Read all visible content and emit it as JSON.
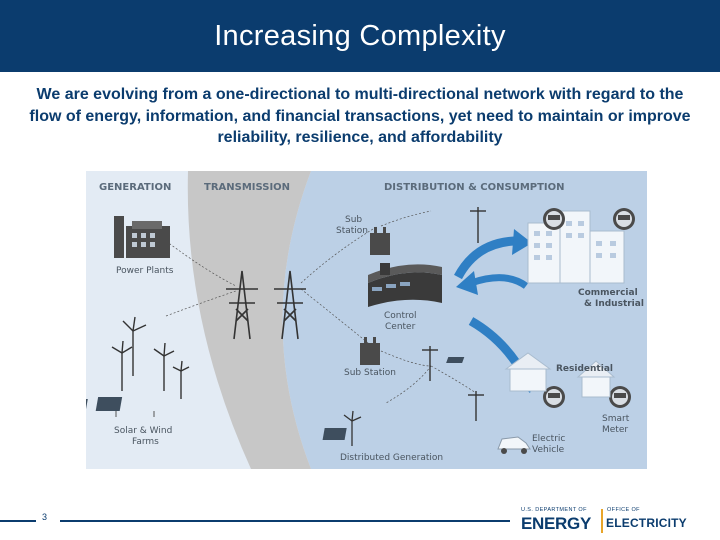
{
  "slide": {
    "title": "Increasing Complexity",
    "subtitle": "We are evolving from a one-directional to multi-directional network with regard to the flow of energy, information, and financial transactions, yet need to maintain or improve reliability, resilience, and affordability",
    "page_number": "3"
  },
  "diagram": {
    "sections": {
      "generation": "GENERATION",
      "transmission": "TRANSMISSION",
      "distribution": "DISTRIBUTION & CONSUMPTION"
    },
    "labels": {
      "power_plants": "Power Plants",
      "solar_wind_1": "Solar & Wind",
      "solar_wind_2": "Farms",
      "sub_station_top_1": "Sub",
      "sub_station_top_2": "Station",
      "control_center_1": "Control",
      "control_center_2": "Center",
      "sub_station_mid": "Sub Station",
      "distributed_generation": "Distributed Generation",
      "commercial_1": "Commercial",
      "commercial_2": "& Industrial",
      "residential": "Residential",
      "smart_meter_1": "Smart",
      "smart_meter_2": "Meter",
      "electric_vehicle_1": "Electric",
      "electric_vehicle_2": "Vehicle"
    },
    "colors": {
      "generation_bg": "#e3ebf4",
      "transmission_bg": "#c7c7c7",
      "distribution_bg": "#bcd0e6",
      "arrow_blue": "#2f7fc4",
      "icon_dark": "#4a4a4a"
    }
  },
  "footer": {
    "logo_small_top": "U.S. DEPARTMENT OF",
    "logo_energy": "ENERGY",
    "logo_office": "OFFICE OF",
    "logo_electricity": "ELECTRICITY"
  }
}
